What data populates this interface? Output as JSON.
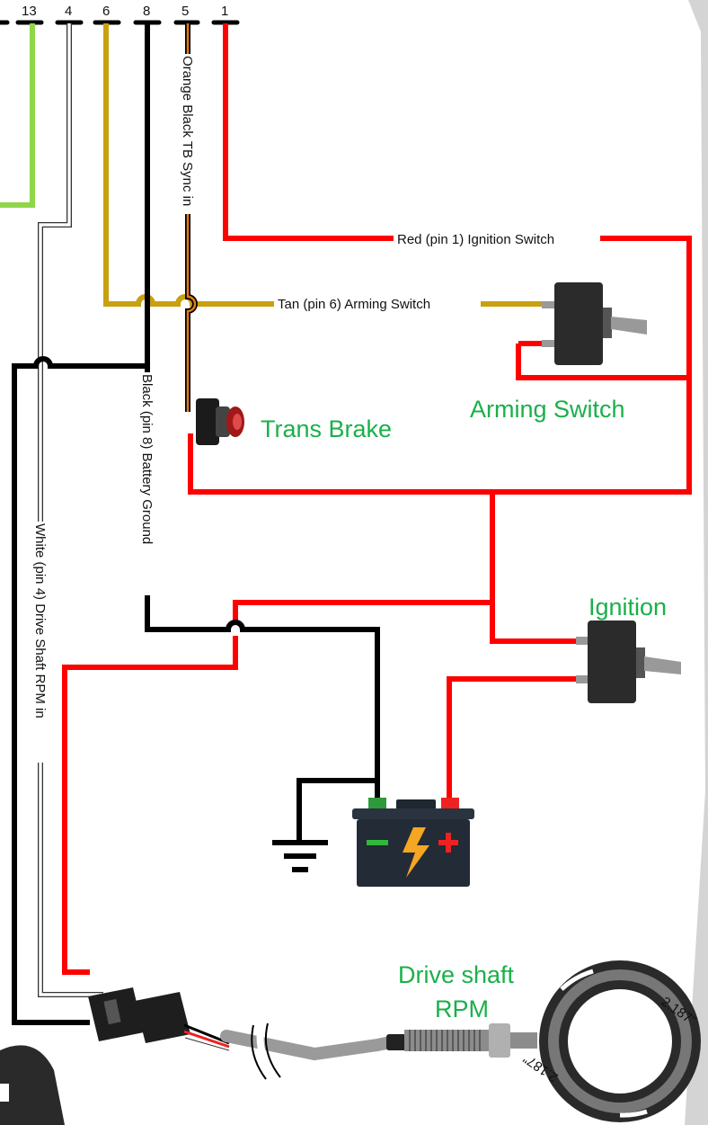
{
  "pins": [
    "13",
    "4",
    "6",
    "8",
    "5",
    "1"
  ],
  "wires": {
    "red_label": "Red (pin 1) Ignition Switch",
    "tan_label": "Tan (pin 6) Arming Switch",
    "orange_label": "Orange Black TB Sync in",
    "black_label": "Black (pin 8) Battery Ground",
    "white_label": "White (pin 4) Drive Shaft RPM in"
  },
  "components": {
    "trans_brake": "Trans Brake",
    "arming_switch": "Arming Switch",
    "ignition": "Ignition",
    "drive_shaft_line1": "Drive shaft",
    "drive_shaft_line2": "RPM"
  },
  "sensor_ring_marks": [
    "2.187\"",
    "2.187\""
  ],
  "colors": {
    "red": "#ff0000",
    "black": "#000000",
    "tan": "#c8a010",
    "orange": "#e87818",
    "green": "#8fd64a",
    "label_green": "#1ab04a",
    "panel_gray": "#d4d4d4"
  }
}
